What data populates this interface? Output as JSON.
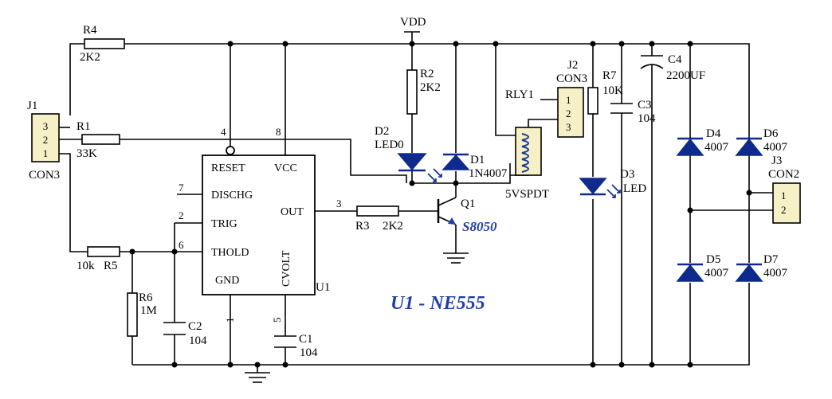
{
  "j1": {
    "ref": "J1",
    "part": "CON3",
    "pins": [
      "3",
      "2",
      "1"
    ]
  },
  "r4": {
    "ref": "R4",
    "value": "2K2"
  },
  "r1": {
    "ref": "R1",
    "value": "33K"
  },
  "r5": {
    "ref": "R5",
    "value": "10k"
  },
  "r6": {
    "ref": "R6",
    "value": "1M"
  },
  "c2": {
    "ref": "C2",
    "value": "104"
  },
  "c1": {
    "ref": "C1",
    "value": "104"
  },
  "u1": {
    "ref": "U1",
    "pins_left": [
      "RESET",
      "DISCHG",
      "TRIG",
      "THOLD",
      "GND"
    ],
    "vcc": "VCC",
    "out": "OUT",
    "cvolt": "CVOLT",
    "pin_numbers": {
      "reset": "4",
      "vcc": "8",
      "dischg": "7",
      "trig": "2",
      "thold": "6",
      "out": "3",
      "gnd": "1",
      "cvolt": "5"
    }
  },
  "vdd": "VDD",
  "r2": {
    "ref": "R2",
    "value": "2K2"
  },
  "d2": {
    "ref": "D2",
    "value": "LED0"
  },
  "d1": {
    "ref": "D1",
    "value": "1N4007"
  },
  "r3": {
    "ref": "R3",
    "value": "2K2"
  },
  "q1": {
    "ref": "Q1",
    "part": "S8050"
  },
  "rly1": {
    "ref": "RLY1",
    "part": "5VSPDT"
  },
  "j2": {
    "ref": "J2",
    "part": "CON3",
    "pins": [
      "1",
      "2",
      "3"
    ]
  },
  "r7": {
    "ref": "R7",
    "value": "10K"
  },
  "d3": {
    "ref": "D3",
    "value": "LED"
  },
  "c3": {
    "ref": "C3",
    "value": "104"
  },
  "c4": {
    "ref": "C4",
    "value": "2200UF"
  },
  "d4": {
    "ref": "D4",
    "value": "4007"
  },
  "d5": {
    "ref": "D5",
    "value": "4007"
  },
  "d6": {
    "ref": "D6",
    "value": "4007"
  },
  "d7": {
    "ref": "D7",
    "value": "4007"
  },
  "j3": {
    "ref": "J3",
    "part": "CON2",
    "pins": [
      "1",
      "2"
    ]
  },
  "title": "U1 - NE555",
  "colors": {
    "wire": "#000000",
    "component_fill": "#0d2a8c",
    "annotation": "#1f3fa8"
  }
}
